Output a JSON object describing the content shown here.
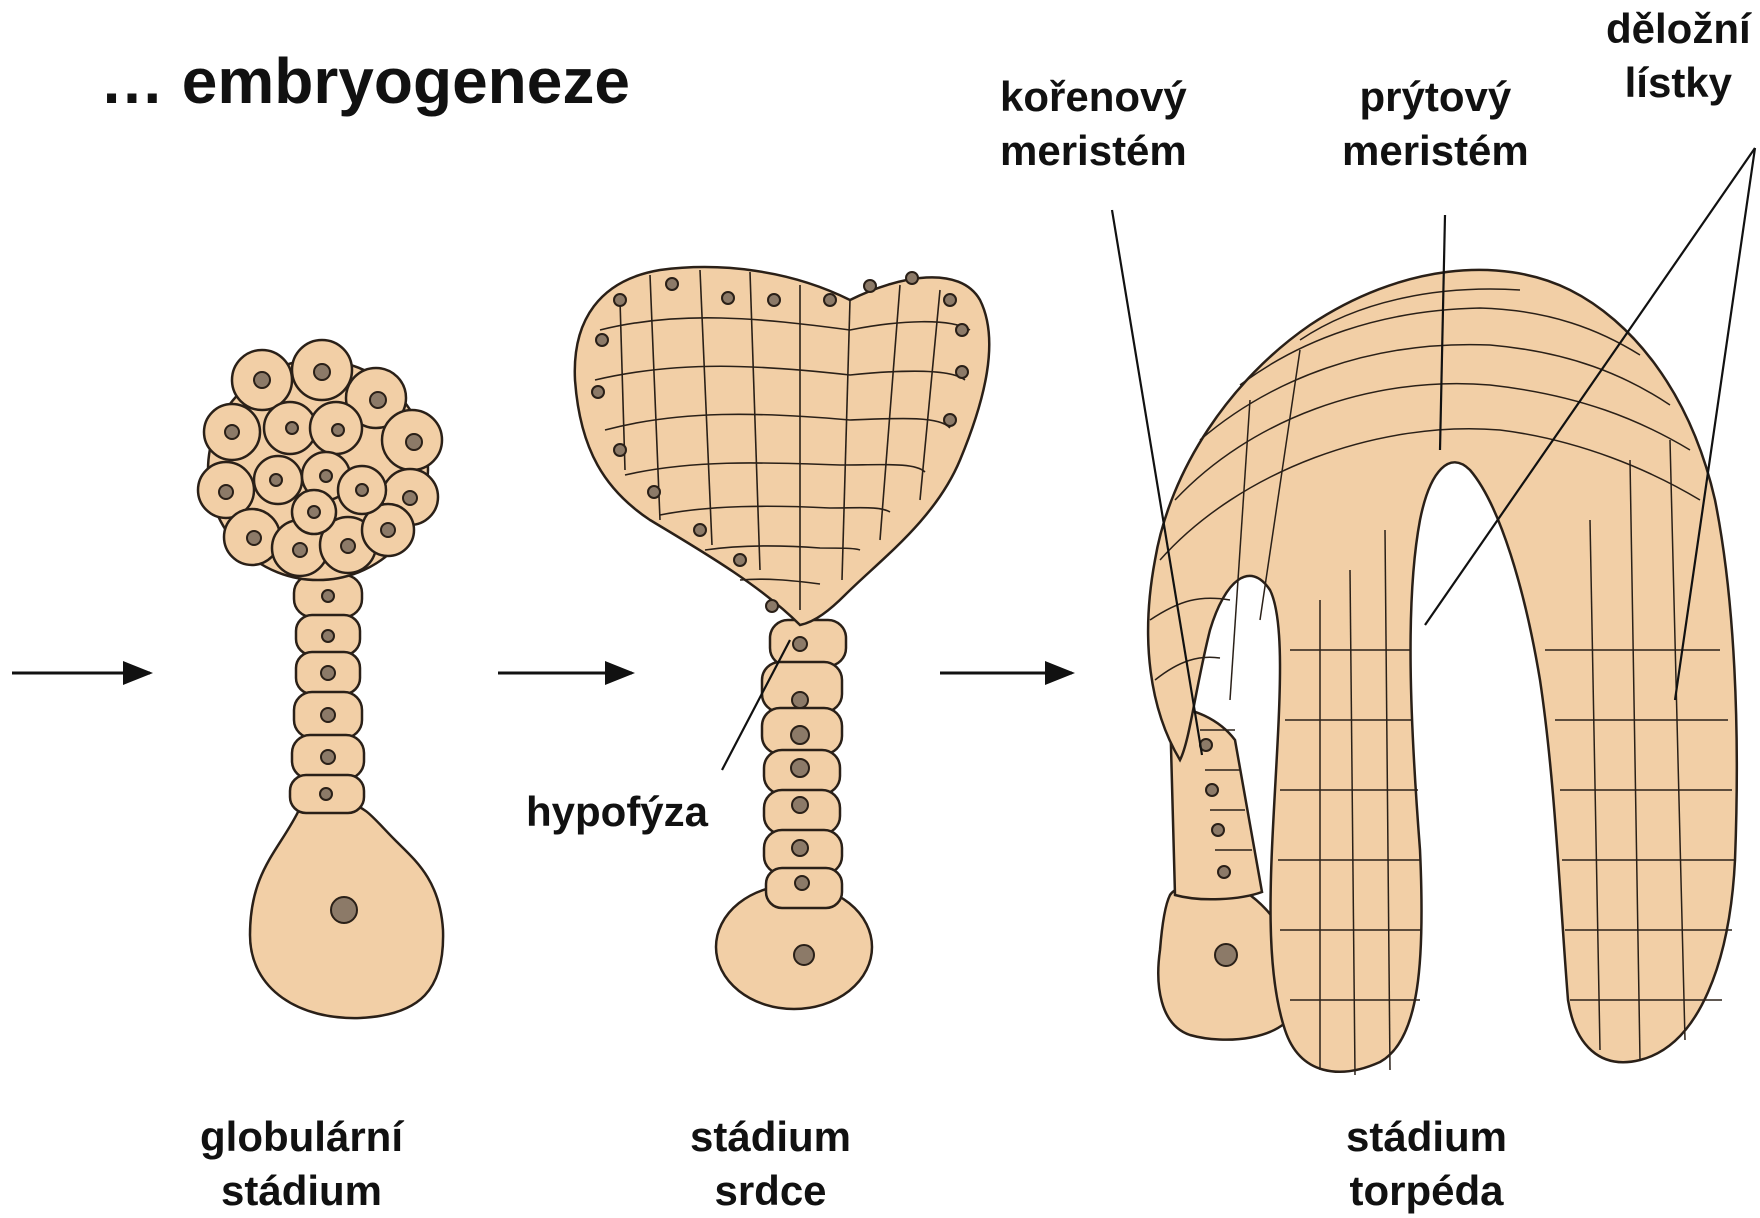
{
  "title": "… embryogeneze",
  "stages": {
    "globular": {
      "line1": "globulární",
      "line2": "stádium"
    },
    "heart": {
      "line1": "stádium",
      "line2": "srdce"
    },
    "torpedo": {
      "line1": "stádium",
      "line2": "torpéda"
    }
  },
  "callouts": {
    "hypophysis": "hypofýza",
    "root_meristem": {
      "line1": "kořenový",
      "line2": "meristém"
    },
    "shoot_meristem": {
      "line1": "prýtový",
      "line2": "meristém"
    },
    "cotyledons": {
      "line1": "děložní",
      "line2": "lístky"
    }
  },
  "colors": {
    "cell_fill": "#f2cfa6",
    "outline": "#2a2018",
    "nucleus": "#8c7a68"
  }
}
